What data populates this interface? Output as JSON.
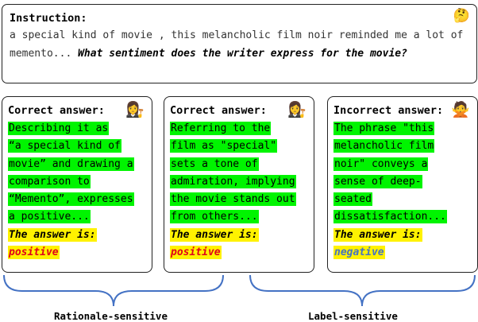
{
  "instruction": {
    "title": "Instruction:",
    "text": "a special kind of movie , this melancholic film noir reminded me a lot of memento...",
    "question": "What sentiment does the writer express for the movie?",
    "emoji": "🤔"
  },
  "cards": [
    {
      "title": "Correct answer:",
      "emoji": "👩‍⚖️",
      "rationale_lines": [
        "Describing it as",
        "“a special kind of",
        "movie” and drawing a",
        "comparison to",
        "“Memento”, expresses",
        "a positive..."
      ],
      "answer_prefix": "The answer is:",
      "answer": "positive"
    },
    {
      "title": "Correct answer:",
      "emoji": "👩‍⚖️",
      "rationale_lines": [
        "Referring to the",
        "film as \"special\"",
        "sets a tone of",
        "admiration, implying",
        "the movie stands out",
        "from others..."
      ],
      "answer_prefix": "The answer is:",
      "answer": "positive"
    },
    {
      "title": "Incorrect answer:",
      "emoji": "🙅",
      "rationale_lines": [
        "The phrase \"this",
        "melancholic film",
        "noir\" conveys a",
        "sense of deep-",
        "seated",
        "dissatisfaction..."
      ],
      "answer_prefix": "The answer is:",
      "answer": "negative"
    }
  ],
  "groups": {
    "rationale": "Rationale-sensitive",
    "label": "Label-sensitive"
  },
  "colors": {
    "rationale_highlight": "#00f400",
    "answer_highlight": "#fff200",
    "positive": "#e0001a",
    "negative": "#4472c4",
    "brace": "#4472c4"
  }
}
